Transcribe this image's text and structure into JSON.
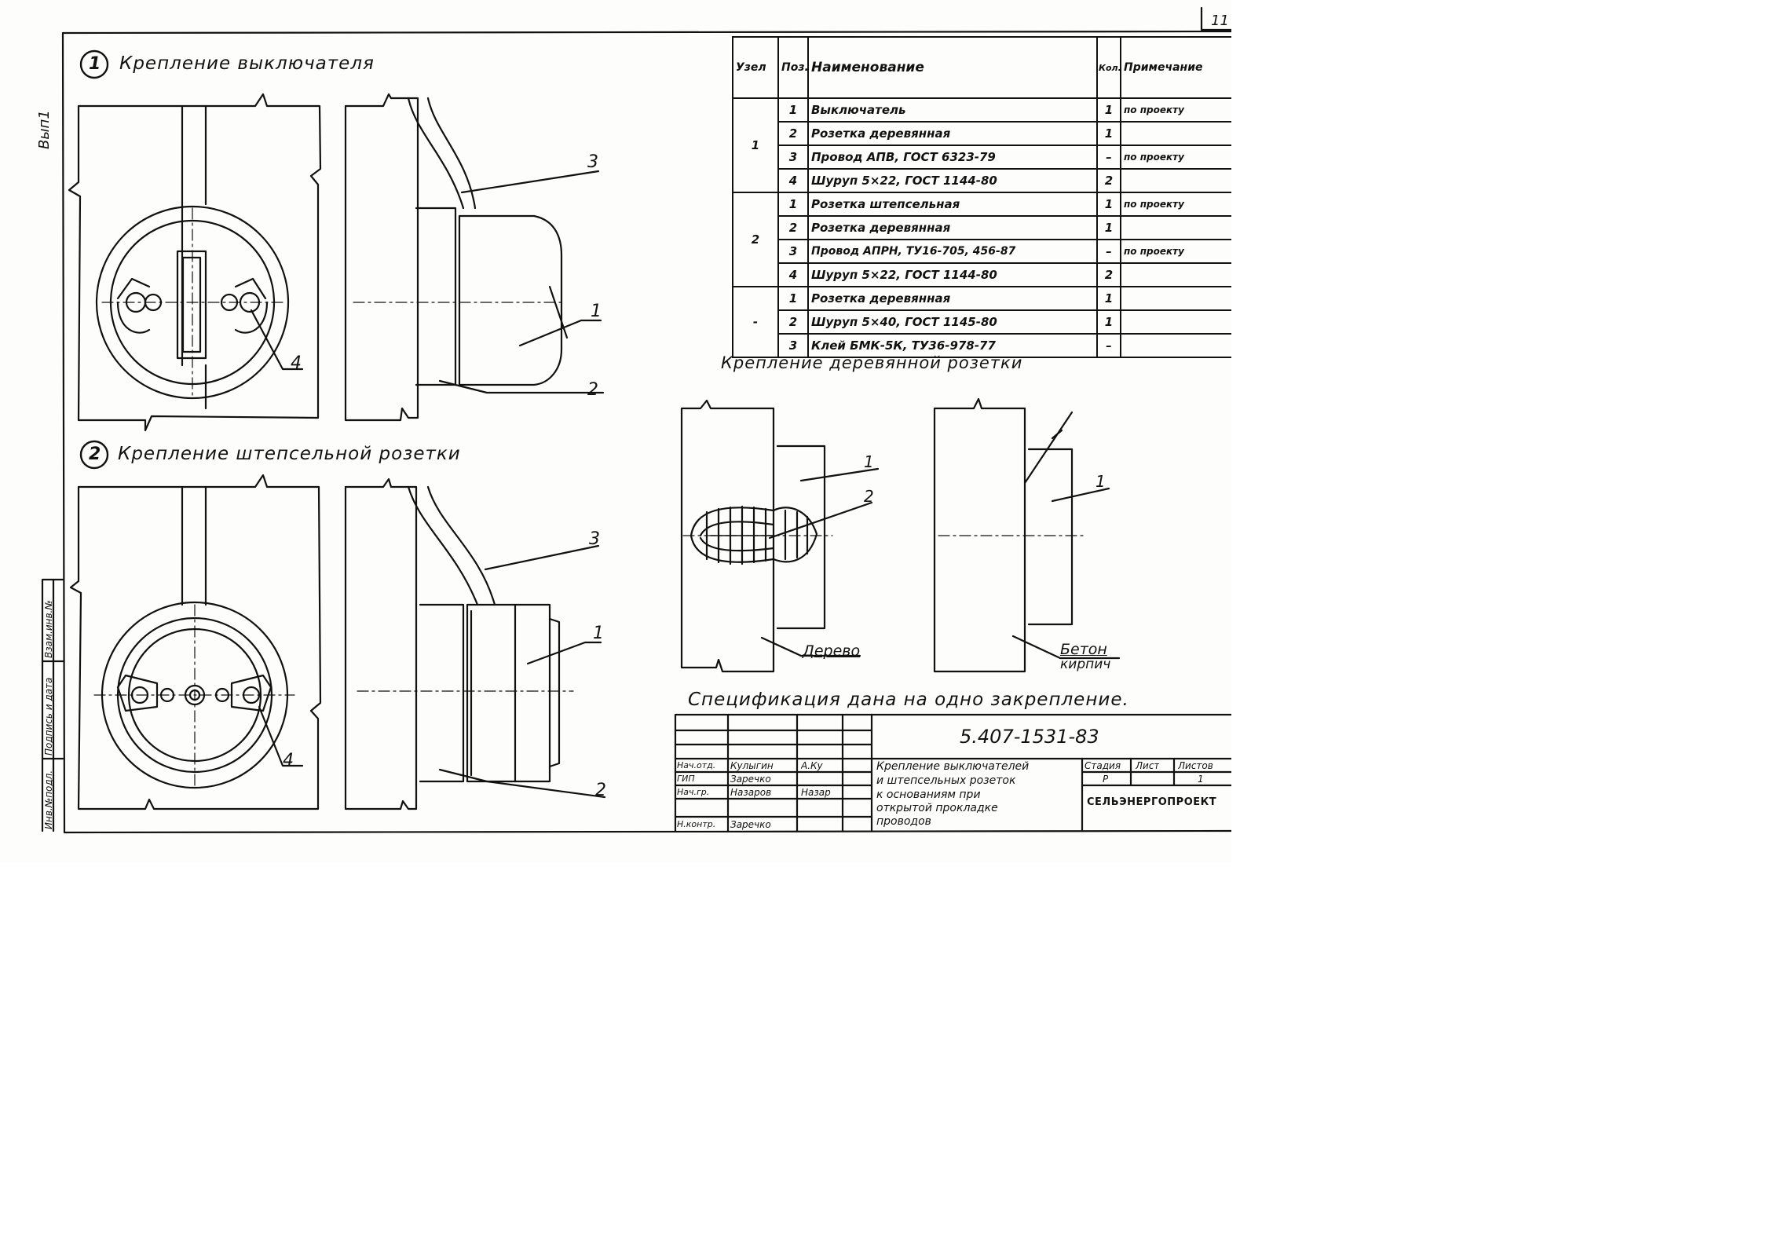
{
  "corner_mark": "11",
  "vypusk": "Вып1",
  "node1": {
    "num": "1",
    "title": "Крепление выключателя"
  },
  "node2": {
    "num": "2",
    "title": "Крепление штепсельной розетки"
  },
  "wooden_title": "Крепление деревянной розетки",
  "spec_note": "Спецификация дана на одно закрепление.",
  "callouts": {
    "one": "1",
    "two": "2",
    "three": "3",
    "four": "4"
  },
  "materials": {
    "wood": "Дерево",
    "concrete": "Бетон",
    "brick": "кирпич"
  },
  "table": {
    "headers": {
      "node": "Узел",
      "pos": "Поз.",
      "name": "Наименование",
      "qty": "Кол.",
      "note": "Примечание"
    },
    "groups": [
      {
        "node": "1",
        "rows": [
          {
            "pos": "1",
            "name": "Выключатель",
            "qty": "1",
            "note": "по проекту"
          },
          {
            "pos": "2",
            "name": "Розетка деревянная",
            "qty": "1",
            "note": ""
          },
          {
            "pos": "3",
            "name": "Провод АПВ, ГОСТ 6323-79",
            "qty": "–",
            "note": "по проекту"
          },
          {
            "pos": "4",
            "name": "Шуруп 5×22, ГОСТ 1144-80",
            "qty": "2",
            "note": ""
          }
        ]
      },
      {
        "node": "2",
        "rows": [
          {
            "pos": "1",
            "name": "Розетка штепсельная",
            "qty": "1",
            "note": "по проекту"
          },
          {
            "pos": "2",
            "name": "Розетка деревянная",
            "qty": "1",
            "note": ""
          },
          {
            "pos": "3",
            "name": "Провод АПРН, ТУ16-705, 456-87",
            "qty": "–",
            "note": "по проекту"
          },
          {
            "pos": "4",
            "name": "Шуруп 5×22, ГОСТ 1144-80",
            "qty": "2",
            "note": ""
          }
        ]
      },
      {
        "node": "-",
        "rows": [
          {
            "pos": "1",
            "name": "Розетка деревянная",
            "qty": "1",
            "note": ""
          },
          {
            "pos": "2",
            "name": "Шуруп 5×40, ГОСТ 1145-80",
            "qty": "1",
            "note": ""
          },
          {
            "pos": "3",
            "name": "Клей БМК-5К, ТУ36-978-77",
            "qty": "–",
            "note": ""
          }
        ]
      }
    ]
  },
  "title_block": {
    "doc_code": "5.407-1531-83",
    "description": [
      "Крепление выключателей",
      "и штепсельных розеток",
      "к основаниям при",
      "открытой прокладке",
      "проводов"
    ],
    "stage_label": "Стадия",
    "sheet_label": "Лист",
    "sheets_label": "Листов",
    "stage": "Р",
    "sheets": "1",
    "org": "СЕЛЬЭНЕРГОПРОЕКТ",
    "signers": [
      {
        "role": "Нач.отд.",
        "name": "Кулыгин",
        "sign": "А.Ку"
      },
      {
        "role": "ГИП",
        "name": "Заречко",
        "sign": ""
      },
      {
        "role": "Нач.гр.",
        "name": "Назаров",
        "sign": "Назар"
      },
      {
        "role": "Н.контр.",
        "name": "Заречко",
        "sign": ""
      }
    ]
  },
  "margin_stamp": [
    "Инв.№подл.",
    "Подпись и дата",
    "Взам.инв.№"
  ]
}
